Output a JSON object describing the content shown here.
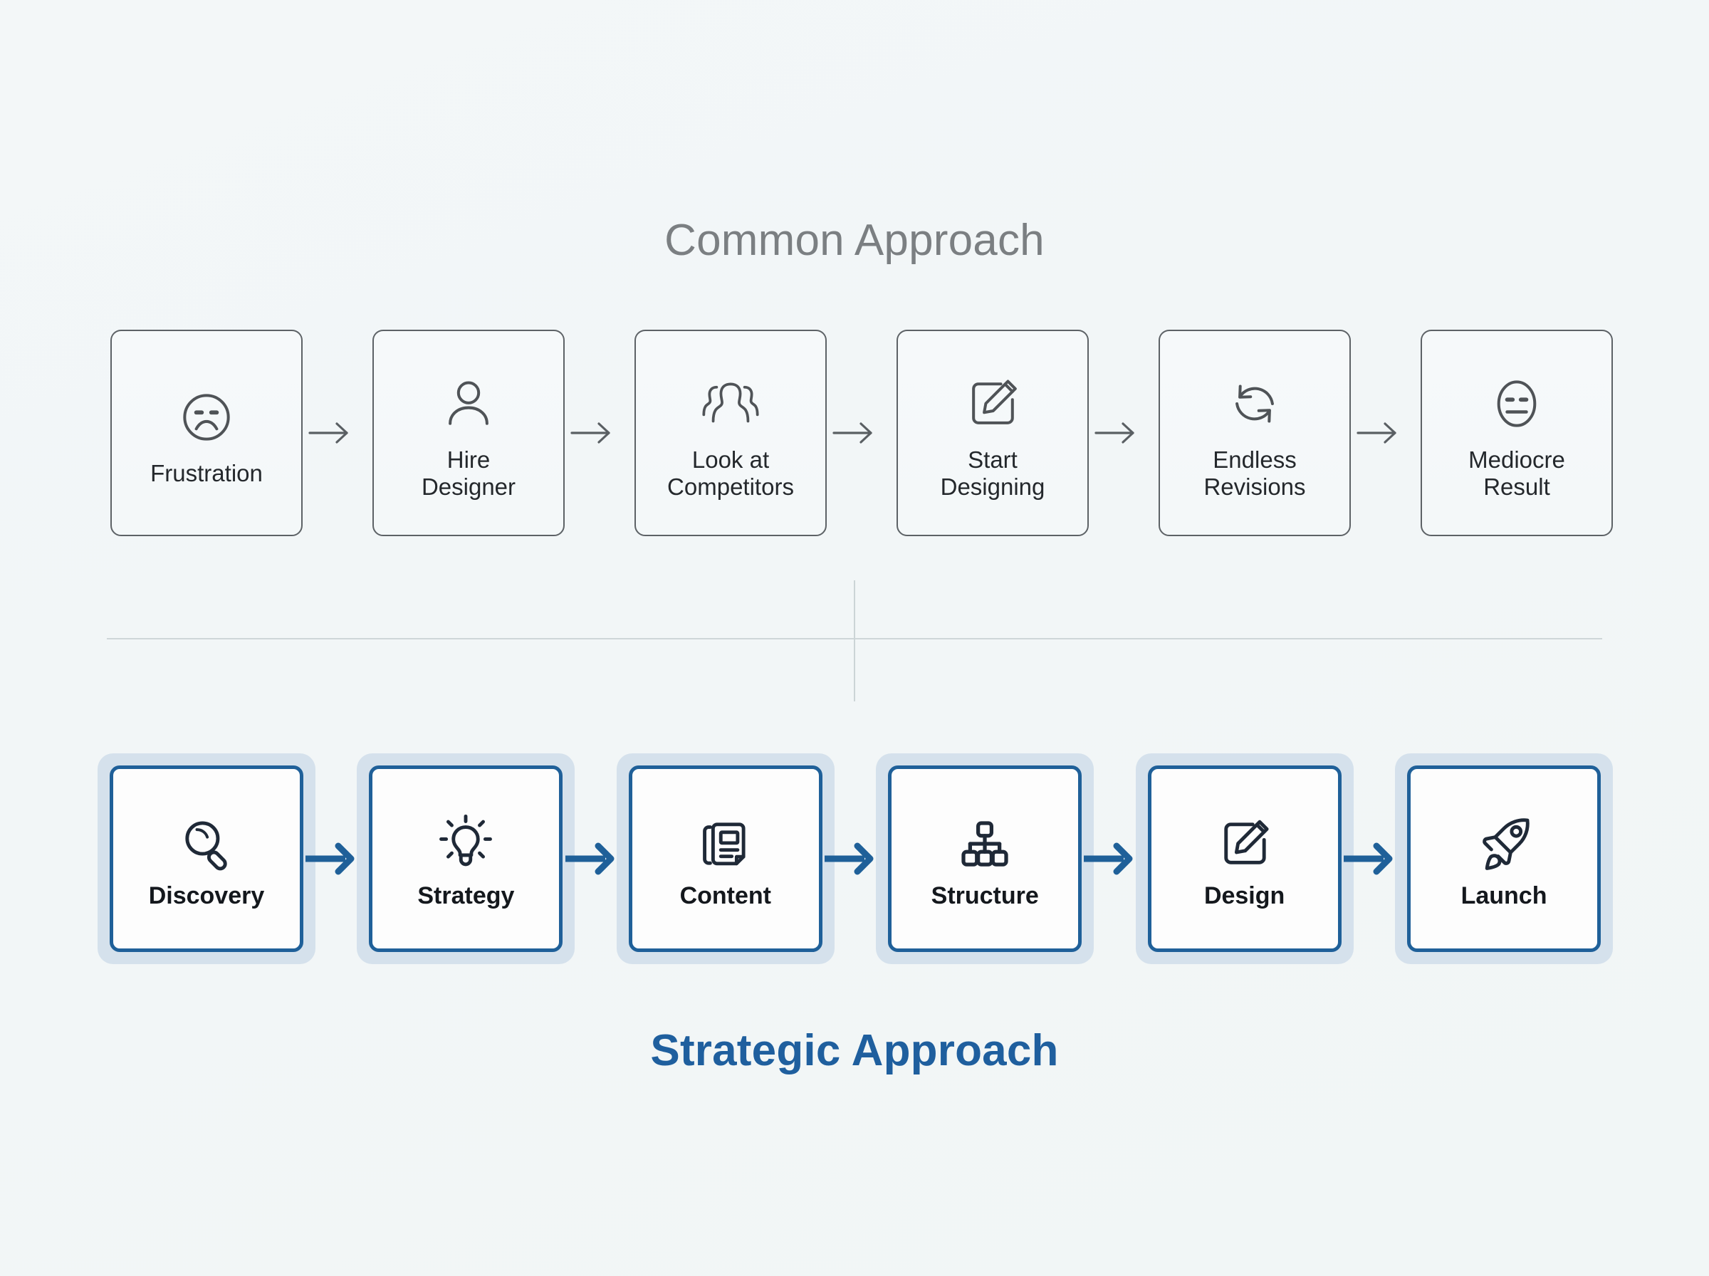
{
  "common": {
    "title": "Common Approach",
    "steps": [
      {
        "label": "Frustration",
        "icon": "frowning-face-icon"
      },
      {
        "label": "Hire\nDesigner",
        "icon": "person-icon"
      },
      {
        "label": "Look at\nCompetitors",
        "icon": "people-group-icon"
      },
      {
        "label": "Start\nDesigning",
        "icon": "pencil-square-icon"
      },
      {
        "label": "Endless\nRevisions",
        "icon": "refresh-loop-icon"
      },
      {
        "label": "Mediocre\nResult",
        "icon": "neutral-face-icon"
      }
    ],
    "arrow_icon": "arrow-right-icon",
    "border_color": "#5d6266",
    "text_color": "#24282c",
    "title_color": "#7b7f82"
  },
  "strategic": {
    "title": "Strategic Approach",
    "steps": [
      {
        "label": "Discovery",
        "icon": "magnifier-icon"
      },
      {
        "label": "Strategy",
        "icon": "lightbulb-icon"
      },
      {
        "label": "Content",
        "icon": "document-stack-icon"
      },
      {
        "label": "Structure",
        "icon": "hierarchy-icon"
      },
      {
        "label": "Design",
        "icon": "pencil-square-icon"
      },
      {
        "label": "Launch",
        "icon": "rocket-icon"
      }
    ],
    "arrow_icon": "arrow-right-bold-icon",
    "border_color": "#1f6099",
    "halo_color": "#d5e1ec",
    "icon_color": "#1f2937",
    "title_color": "#1f5f9e"
  },
  "background_color": "#f2f6f7",
  "divider_color": "#ced6d8"
}
